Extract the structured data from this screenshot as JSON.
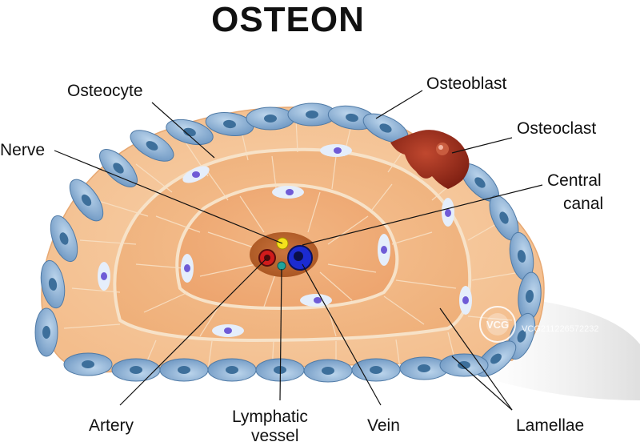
{
  "title": "OSTEON",
  "labels": {
    "osteocyte": "Osteocyte",
    "osteoblast": "Osteoblast",
    "osteoclast": "Osteoclast",
    "nerve": "Nerve",
    "central_canal_1": "Central",
    "central_canal_2": "canal",
    "artery": "Artery",
    "lymphatic_1": "Lymphatic",
    "lymphatic_2": "vessel",
    "vein": "Vein",
    "lamellae": "Lamellae"
  },
  "watermark": {
    "logo": "VCG",
    "code": "VCG211226572232"
  },
  "colors": {
    "bone_outer": "#f6c79a",
    "bone_mid": "#f4b886",
    "bone_inner": "#f1a977",
    "cell_blue": "#8fb3d6",
    "nucleus_blue": "#3d6f9b",
    "osteocyte_purple": "#6f5bd6",
    "osteoclast": "#a1301f",
    "artery": "#d11b1b",
    "vein": "#1b2bd1",
    "nerve": "#f5e11b",
    "lymphatic": "#20a39a"
  }
}
